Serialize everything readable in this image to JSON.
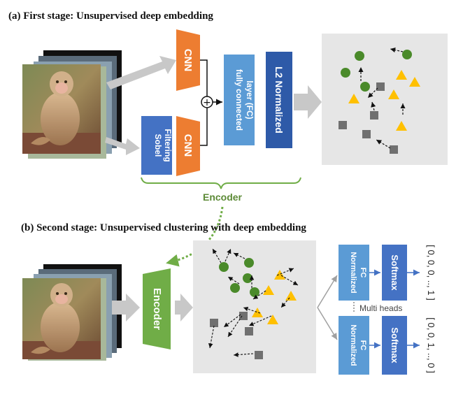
{
  "stage_a": {
    "title": "(a) First stage: Unsupervised deep embedding",
    "cnn_top": "CNN",
    "cnn_bottom": "CNN",
    "sobel_line1": "Sobel",
    "sobel_line2": "Filtering",
    "fc_line1": "fully connected",
    "fc_line2": "layer (FC)",
    "l2": "L2 Normalized",
    "plus": "+",
    "encoder_label": "Encoder"
  },
  "stage_b": {
    "title": "(b) Second stage: Unsupervised clustering with deep embedding",
    "encoder": "Encoder",
    "head1_fc_line1": "Normalized",
    "head1_fc_line2": "FC",
    "head1_softmax": "Softmax",
    "head2_fc_line1": "Normalized",
    "head2_fc_line2": "FC",
    "head2_softmax": "Softmax",
    "multi_heads": "Multi heads",
    "output1": "[ 0, 0, 0, .., 1 ]",
    "output2": "[ 0, 0, 1, .., 0 ]"
  },
  "colors": {
    "orange": "#ed7d31",
    "blue_dark": "#2e5aa8",
    "blue_light": "#5b9bd5",
    "blue_head": "#4472c4",
    "green": "#70ad47",
    "green_dot": "#4a8a2a",
    "triangle": "#ffc000",
    "square": "#707070",
    "panel": "#e6e6e6",
    "arrow_gray": "#c8c8c8"
  },
  "icons": [
    "monkey-photo-stack",
    "green-circle-point",
    "yellow-triangle-point",
    "gray-square-point",
    "plus-circle-icon"
  ]
}
